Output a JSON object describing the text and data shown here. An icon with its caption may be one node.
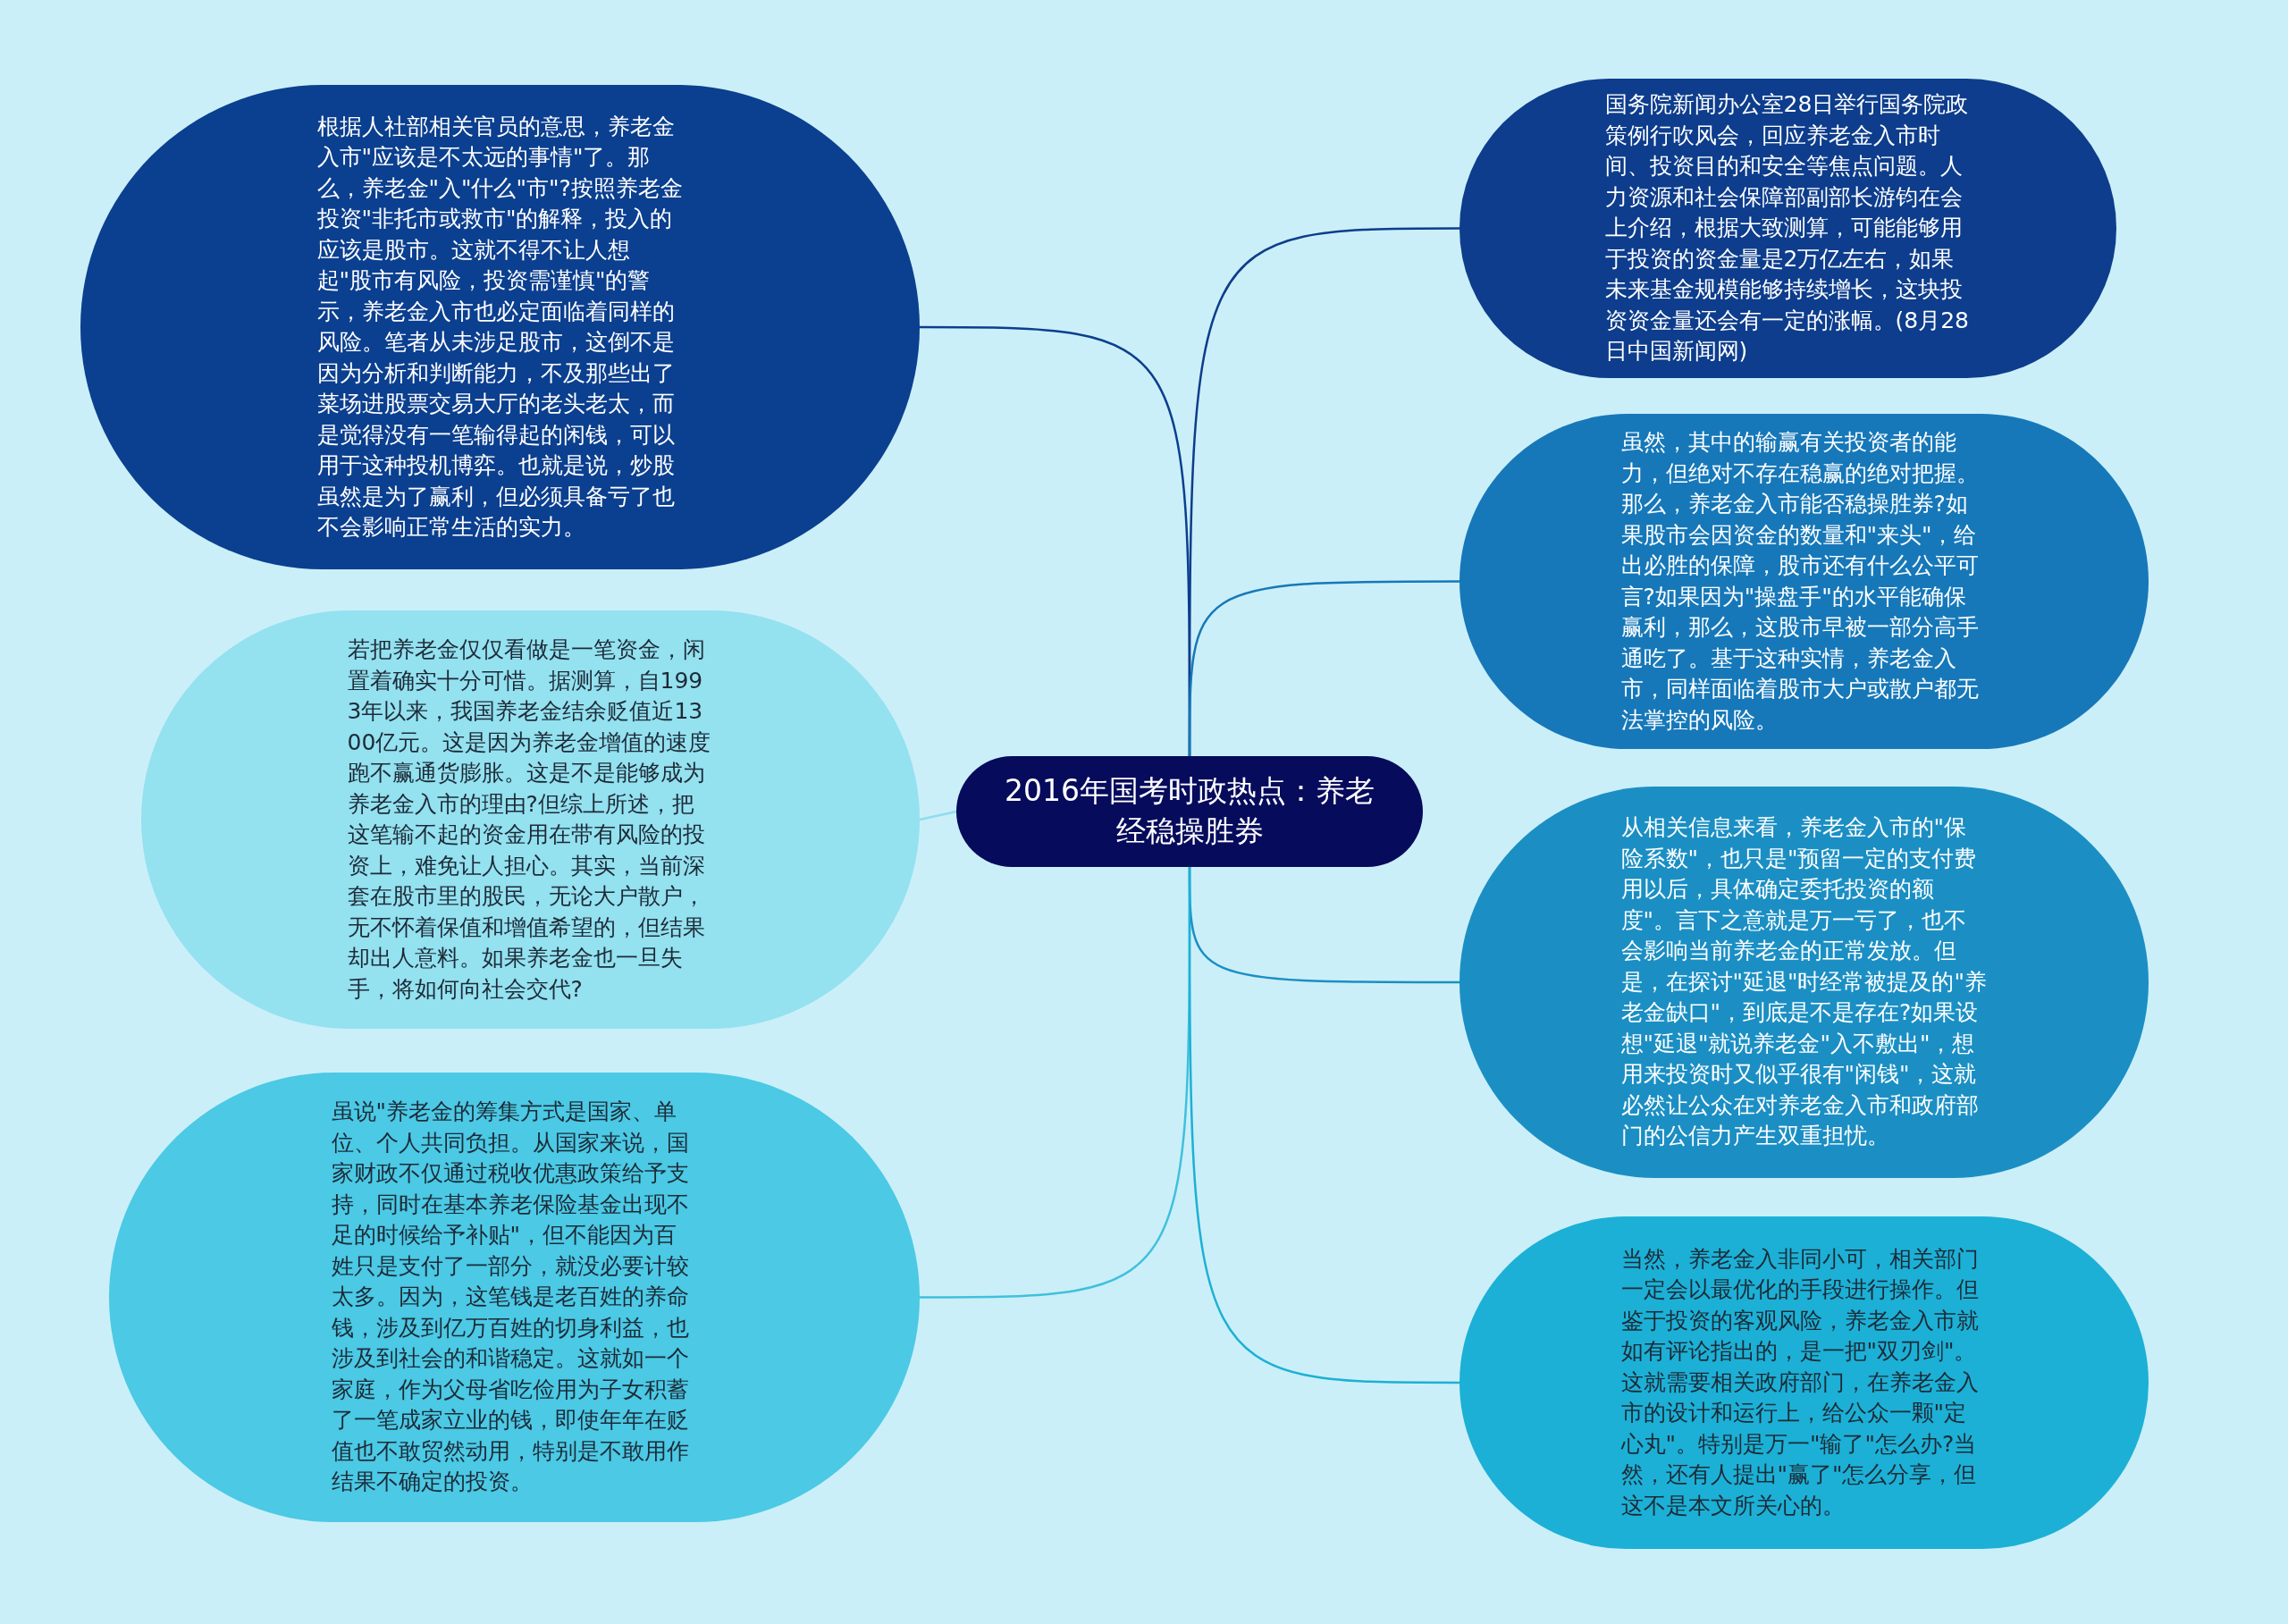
{
  "diagram": {
    "nodes": [
      {
        "text": [
          "2016年国考时政热点：养老经稳操胜券"
        ]
      },
      {
        "text": [
          "根据人社部相关官员的意思，养老金入市\"应该是不太远的事情\"了。那么，养老金\"入\"什么\"市\"?按照养老金投资\"非托市或救市\"的解释，投入的应该是股市。这就不得不让人想起\"股市有风险，投资需谨慎\"的警示，养老金入市也必定面临着同样的风险。笔者从未涉足股市，这倒不是因为分析和判断能力，不及那些出了菜场进股票交易大厅的老头老太，而是觉得没有一笔输得起的闲钱，可以用于这种投机博弈。也就是说，炒股虽然是为了赢利，但必须具备亏了也不会影响正常生活的实力。"
        ]
      },
      {
        "text": [
          "若把养老金仅仅看做是一笔资金，闲置着确实十分可惜。据测算，自1993年以来，我国养老金结余贬值近1300亿元。这是因为养老金增值的速度跑不赢通货膨胀。这是不是能够成为养老金入市的理由?但综上所述，把这笔输不起的资金用在带有风险的投资上，难免让人担心。其实，当前深套在股市里的股民，无论大户散户，无不怀着保值和增值希望的，但结果却出人意料。如果养老金也一旦失手，将如何向社会交代?"
        ]
      },
      {
        "text": [
          "虽说\"养老金的筹集方式是国家、单位、个人共同负担。从国家来说，国家财政不仅通过税收优惠政策给予支持，同时在基本养老保险基金出现不足的时候给予补贴\"，但不能因为百姓只是支付了一部分，就没必要计较太多。因为，这笔钱是老百姓的养命钱，涉及到亿万百姓的切身利益，也涉及到社会的和谐稳定。这就如一个家庭，作为父母省吃俭用为子女积蓄了一笔成家立业的钱，即使年年在贬值也不敢贸然动用，特别是不敢用作结果不确定的投资。"
        ]
      },
      {
        "text": [
          "国务院新闻办公室28日举行国务院政策例行吹风会，回应养老金入市时间、投资目的和安全等焦点问题。人力资源和社会保障部副部长游钧在会上介绍，根据大致测算，可能能够用于投资的资金量是2万亿左右，如果未来基金规模能够持续增长，这块投资资金量还会有一定的涨幅。(8月28日中国新闻网)"
        ]
      },
      {
        "text": [
          "虽然，其中的输赢有关投资者的能力，但绝对不存在稳赢的绝对把握。那么，养老金入市能否稳操胜券?如果股市会因资金的数量和\"来头\"，给出必胜的保障，股市还有什么公平可言?如果因为\"操盘手\"的水平能确保赢利，那么，这股市早被一部分高手通吃了。基于这种实情，养老金入市，同样面临着股市大户或散户都无法掌控的风险。"
        ]
      },
      {
        "text": [
          "从相关信息来看，养老金入市的\"保险系数\"，也只是\"预留一定的支付费用以后，具体确定委托投资的额度\"。言下之意就是万一亏了，也不会影响当前养老金的正常发放。但是，在探讨\"延退\"时经常被提及的\"养老金缺口\"，到底是不是存在?如果设想\"延退\"就说养老金\"入不敷出\"，想用来投资时又似乎很有\"闲钱\"，这就必然让公众在对养老金入市和政府部门的公信力产生双重担忧。"
        ]
      },
      {
        "text": [
          "当然，养老金入非同小可，相关部门一定会以最优化的手段进行操作。但鉴于投资的客观风险，养老金入市就如有评论指出的，是一把\"双刃剑\"。这就需要相关政府部门，在养老金入市的设计和运行上，给公众一颗\"定心丸\"。特别是万一\"输了\"怎么办?当然，还有人提出\"赢了\"怎么分享，但这不是本文所关心的。"
        ]
      }
    ],
    "edges": [
      {
        "from": 0,
        "to": 1,
        "arrow": "none",
        "color": "#0b3f8f"
      },
      {
        "from": 0,
        "to": 2,
        "arrow": "none",
        "color": "#8fdcee"
      },
      {
        "from": 0,
        "to": 3,
        "arrow": "none",
        "color": "#3fc0de"
      },
      {
        "from": 0,
        "to": 4,
        "arrow": "none",
        "color": "#0d3d8c"
      },
      {
        "from": 0,
        "to": 5,
        "arrow": "none",
        "color": "#1678b9"
      },
      {
        "from": 0,
        "to": 6,
        "arrow": "none",
        "color": "#1b8fc4"
      },
      {
        "from": 0,
        "to": 7,
        "arrow": "none",
        "color": "#1cb0d6"
      }
    ]
  }
}
